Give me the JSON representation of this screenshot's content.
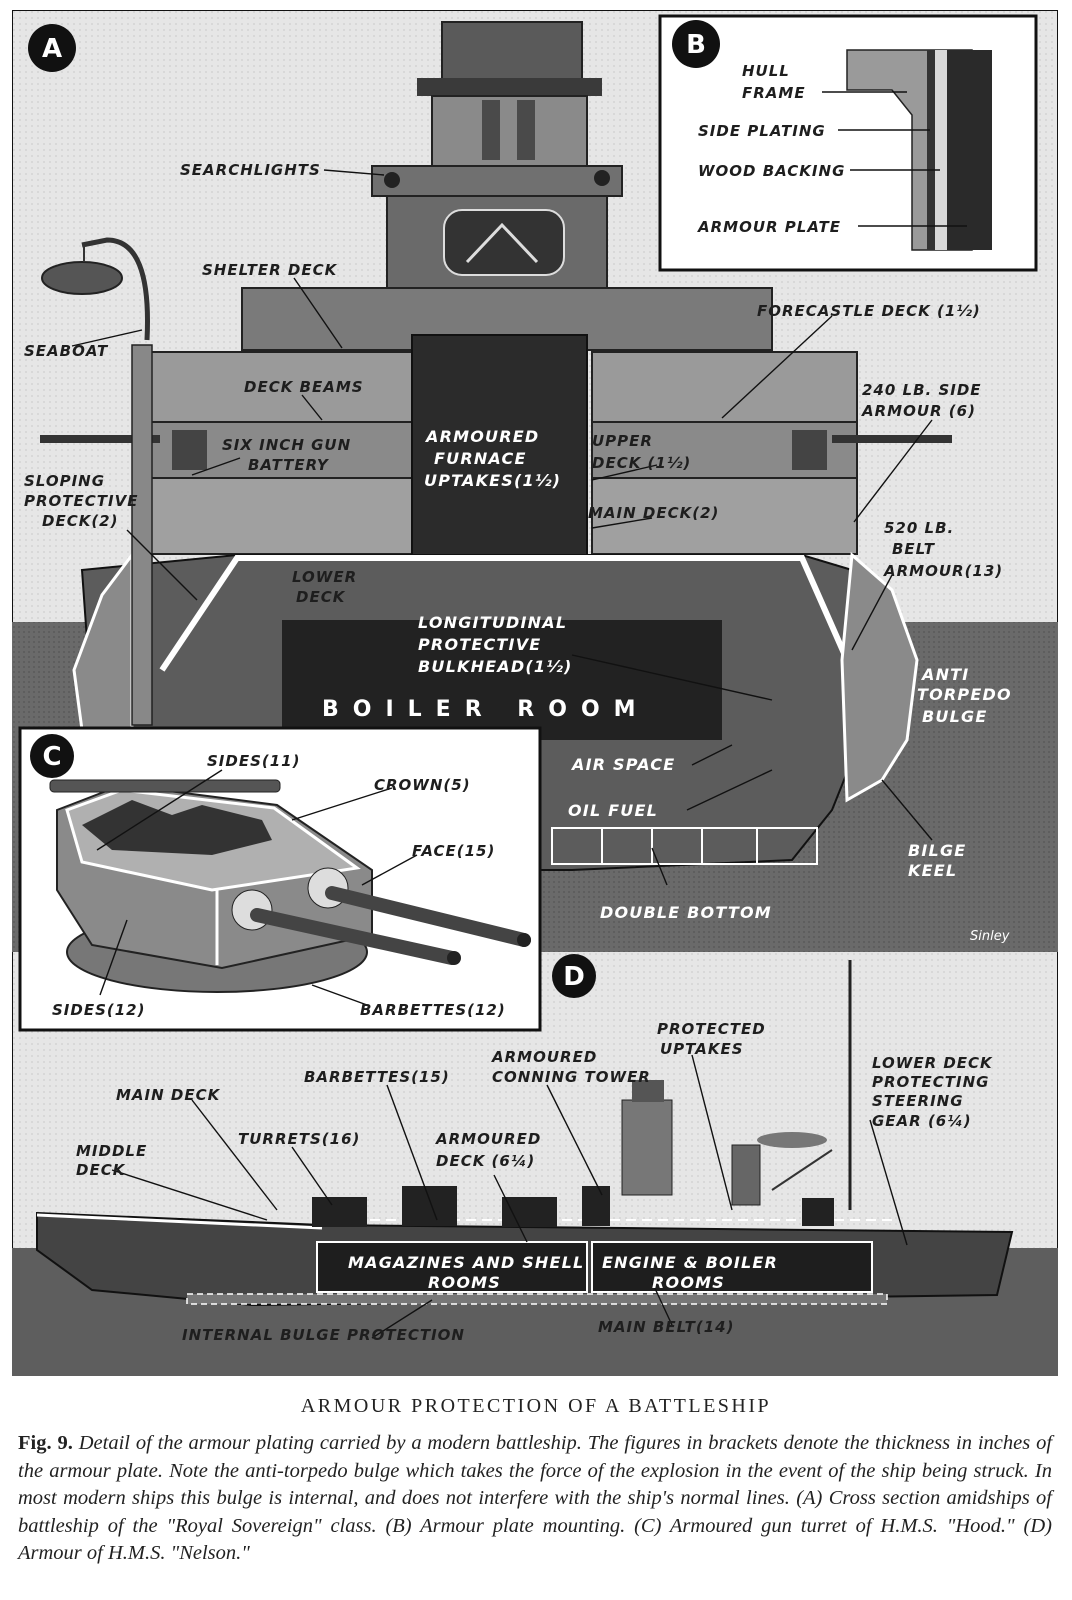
{
  "panels": {
    "a": {
      "badge": "A",
      "labels": {
        "searchlights": "SEARCHLIGHTS",
        "shelter_deck": "SHELTER DECK",
        "seaboat": "SEABOAT",
        "deck_beams": "DECK BEAMS",
        "six_inch_1": "SIX INCH GUN",
        "six_inch_2": "BATTERY",
        "sloping_1": "SLOPING",
        "sloping_2": "PROTECTIVE",
        "sloping_3": "DECK(2)",
        "lower_deck_1": "LOWER",
        "lower_deck_2": "DECK",
        "uptakes_1": "ARMOURED",
        "uptakes_2": "FURNACE",
        "uptakes_3": "UPTAKES(1½)",
        "forecastle": "FORECASTLE DECK (1½)",
        "side_armour_1": "240 LB. SIDE",
        "side_armour_2": "ARMOUR (6)",
        "upper_deck_1": "UPPER",
        "upper_deck_2": "DECK (1½)",
        "main_deck": "MAIN DECK(2)",
        "belt_1": "520 LB.",
        "belt_2": "BELT",
        "belt_3": "ARMOUR(13)",
        "bulkhead_1": "LONGITUDINAL",
        "bulkhead_2": "PROTECTIVE",
        "bulkhead_3": "BULKHEAD(1½)",
        "boiler_room": "BOILER ROOM",
        "anti_1": "ANTI",
        "anti_2": "TORPEDO",
        "anti_3": "BULGE",
        "air_space": "AIR SPACE",
        "oil_fuel": "OIL FUEL",
        "bilge_1": "BILGE",
        "bilge_2": "KEEL",
        "double_bottom": "DOUBLE BOTTOM",
        "signature": "Sinley"
      }
    },
    "b": {
      "badge": "B",
      "labels": {
        "hull_1": "HULL",
        "hull_2": "FRAME",
        "side_plating": "SIDE PLATING",
        "wood_backing": "WOOD BACKING",
        "armour_plate": "ARMOUR PLATE"
      }
    },
    "c": {
      "badge": "C",
      "labels": {
        "sides_top": "SIDES(11)",
        "crown": "CROWN(5)",
        "face": "FACE(15)",
        "sides_bottom": "SIDES(12)",
        "barbettes": "BARBETTES(12)"
      }
    },
    "d": {
      "badge": "D",
      "labels": {
        "protected_1": "PROTECTED",
        "protected_2": "UPTAKES",
        "conning_1": "ARMOURED",
        "conning_2": "CONNING TOWER",
        "lower_deck_1": "LOWER DECK",
        "lower_deck_2": "PROTECTING",
        "lower_deck_3": "STEERING",
        "lower_deck_4": "GEAR (6¼)",
        "main_deck": "MAIN DECK",
        "barbettes": "BARBETTES(15)",
        "middle_1": "MIDDLE",
        "middle_2": "DECK",
        "turrets": "TURRETS(16)",
        "armoured_deck_1": "ARMOURED",
        "armoured_deck_2": "DECK (6¼)",
        "magazines_1": "MAGAZINES AND SHELL",
        "magazines_2": "ROOMS",
        "engine_1": "ENGINE & BOILER",
        "engine_2": "ROOMS",
        "internal_bulge": "INTERNAL BULGE PROTECTION",
        "main_belt": "MAIN BELT(14)"
      }
    }
  },
  "caption": {
    "title": "ARMOUR PROTECTION OF A BATTLESHIP",
    "fig": "Fig. 9.",
    "text": "Detail of the armour plating carried by a modern battleship. The figures in brackets denote the thickness in inches of the armour plate. Note the anti-torpedo bulge which takes the force of the explosion in the event of the ship being struck. In most modern ships this bulge is internal, and does not interfere with the ship's normal lines. (A) Cross section amidships of battleship of the \"Royal Sovereign\" class. (B) Armour plate mounting. (C) Armoured gun turret of H.M.S. \"Hood.\" (D) Armour of H.M.S. \"Nelson.\""
  }
}
